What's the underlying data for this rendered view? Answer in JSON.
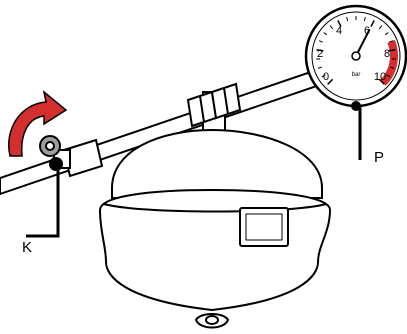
{
  "labels": {
    "valve": "K",
    "gauge": "P"
  },
  "gauge": {
    "unit": "bar",
    "ticks": [
      "0",
      "2",
      "4",
      "6",
      "8",
      "10"
    ],
    "max_value": 10,
    "needle_value": 6,
    "danger_zone": [
      7.5,
      10
    ],
    "danger_color": "#d32f2f"
  },
  "arrow": {
    "color": "#d32f2f"
  }
}
